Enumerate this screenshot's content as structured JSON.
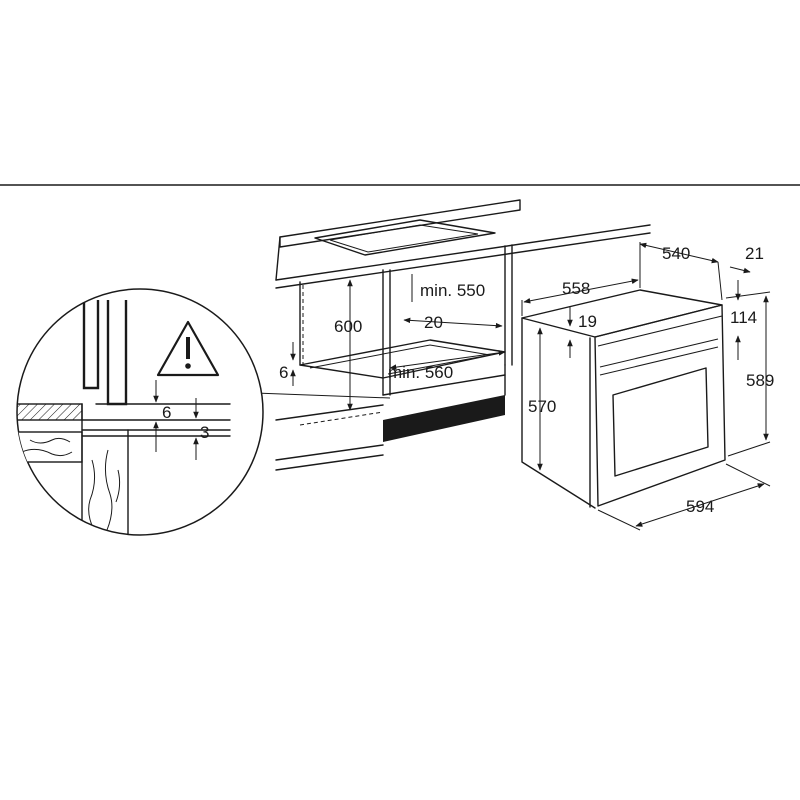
{
  "diagram": {
    "dimensions": {
      "cabinet_height": "600",
      "cabinet_depth": "min. 550",
      "cabinet_width": "min. 560",
      "rear_gap": "20",
      "floor_clearance": "6",
      "oven_depth": "540",
      "oven_panel": "21",
      "oven_top_depth": "558",
      "oven_top_offset": "19",
      "oven_front_offset": "114",
      "oven_body_height": "570",
      "oven_front_height": "589",
      "oven_width": "594",
      "detail_gap_6": "6",
      "detail_gap_3": "3"
    },
    "icons": {
      "warning": "warning-triangle-icon"
    },
    "colors": {
      "line": "#1a1a1a",
      "background": "#ffffff"
    }
  }
}
